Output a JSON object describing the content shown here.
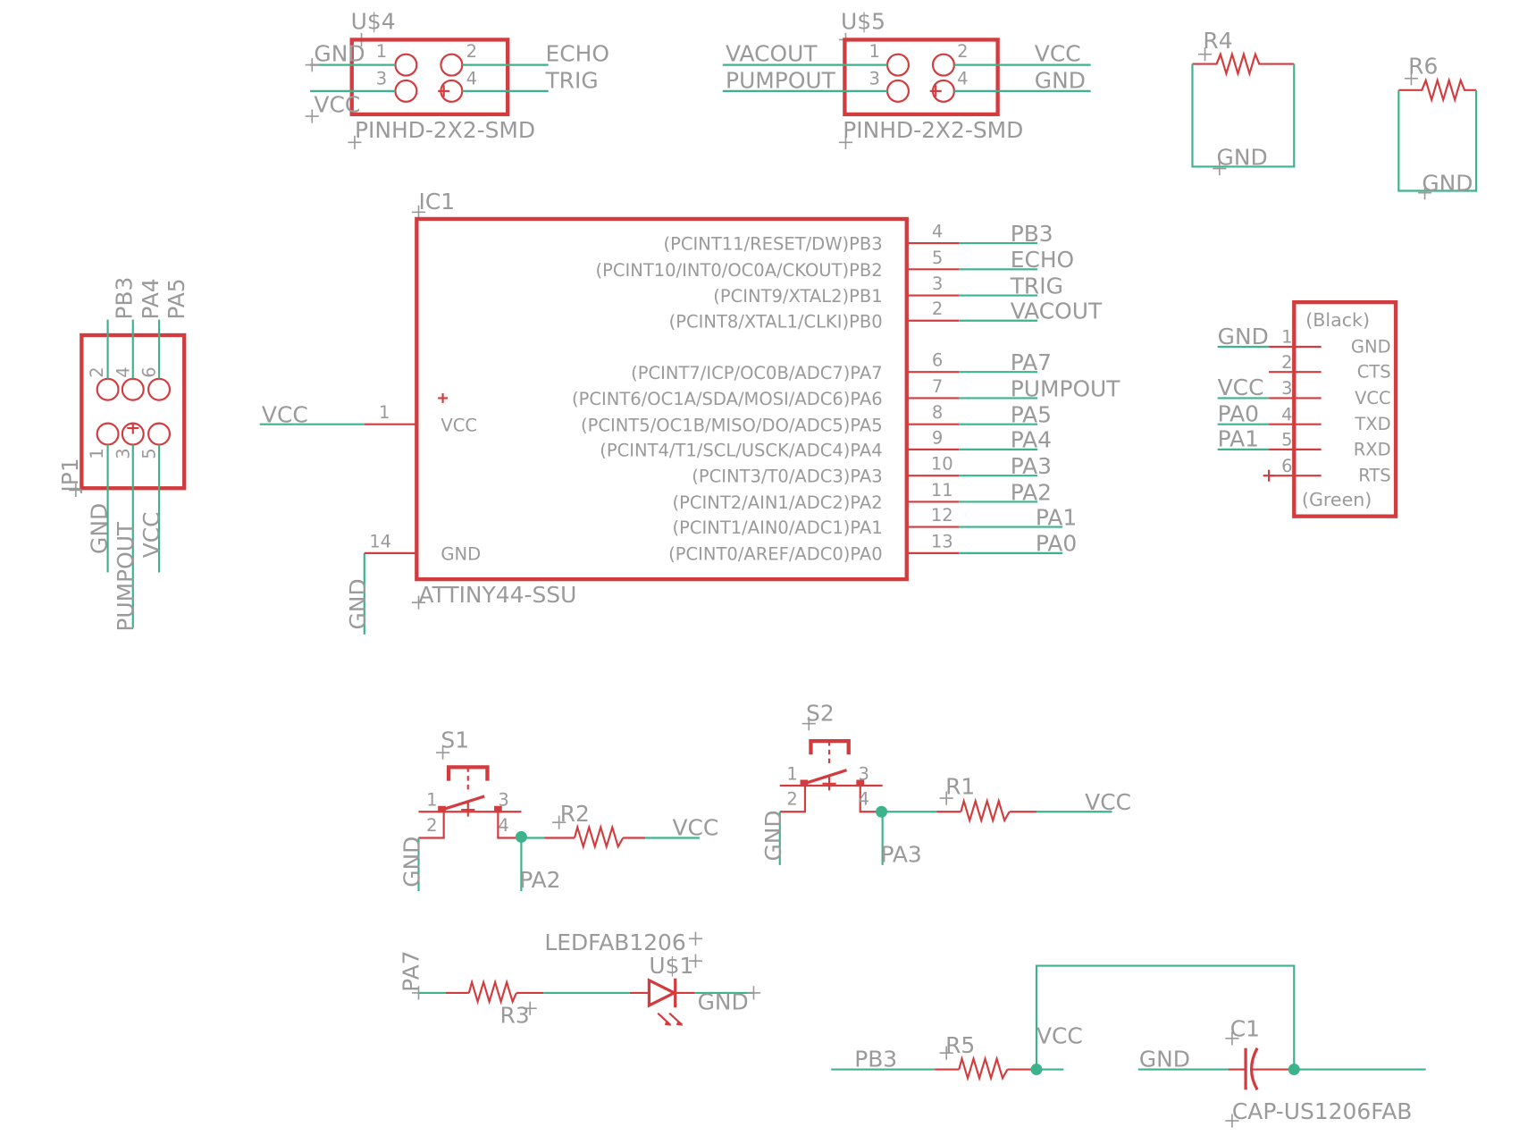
{
  "title": "ATtiny44 schematic",
  "colors": {
    "symbol": "#d23c3f",
    "wire": "#3cb38a",
    "text": "#9a9a9a",
    "background": "#ffffff"
  },
  "parts": {
    "us4": {
      "name": "U$4",
      "value": "PINHD-2X2-SMD",
      "pins": [
        "1",
        "2",
        "3",
        "4"
      ],
      "nets": {
        "p1": "GND",
        "p2": "ECHO",
        "p3": "VCC",
        "p4": "TRIG"
      }
    },
    "us5": {
      "name": "U$5",
      "value": "PINHD-2X2-SMD",
      "pins": [
        "1",
        "2",
        "3",
        "4"
      ],
      "nets": {
        "p1": "VACOUT",
        "p2": "VCC",
        "p3": "PUMPOUT",
        "p4": "GND"
      }
    },
    "r4": {
      "name": "R4",
      "net": "GND"
    },
    "r6": {
      "name": "R6",
      "net": "GND"
    },
    "jp1": {
      "name": "JP1",
      "pins": [
        "1",
        "2",
        "3",
        "4",
        "5",
        "6"
      ],
      "nets_top": [
        "PB3",
        "PA4",
        "PA5"
      ],
      "nets_bottom": [
        "GND",
        "PUMPOUT",
        "VCC"
      ]
    },
    "ic1": {
      "name": "IC1",
      "value": "ATTINY44-SSU",
      "left_pins": [
        {
          "num": "1",
          "label": "VCC",
          "net": "VCC"
        },
        {
          "num": "14",
          "label": "GND",
          "net": "GND"
        }
      ],
      "right_pins": [
        {
          "num": "4",
          "label": "(PCINT11/RESET/DW)PB3",
          "net": "PB3"
        },
        {
          "num": "5",
          "label": "(PCINT10/INT0/OC0A/CKOUT)PB2",
          "net": "ECHO"
        },
        {
          "num": "3",
          "label": "(PCINT9/XTAL2)PB1",
          "net": "TRIG"
        },
        {
          "num": "2",
          "label": "(PCINT8/XTAL1/CLKI)PB0",
          "net": "VACOUT"
        },
        {
          "num": "6",
          "label": "(PCINT7/ICP/OC0B/ADC7)PA7",
          "net": "PA7"
        },
        {
          "num": "7",
          "label": "(PCINT6/OC1A/SDA/MOSI/ADC6)PA6",
          "net": "PUMPOUT"
        },
        {
          "num": "8",
          "label": "(PCINT5/OC1B/MISO/DO/ADC5)PA5",
          "net": "PA5"
        },
        {
          "num": "9",
          "label": "(PCINT4/T1/SCL/USCK/ADC4)PA4",
          "net": "PA4"
        },
        {
          "num": "10",
          "label": "(PCINT3/T0/ADC3)PA3",
          "net": "PA3"
        },
        {
          "num": "11",
          "label": "(PCINT2/AIN1/ADC2)PA2",
          "net": "PA2"
        },
        {
          "num": "12",
          "label": "(PCINT1/AIN0/ADC1)PA1",
          "net": "PA1"
        },
        {
          "num": "13",
          "label": "(PCINT0/AREF/ADC0)PA0",
          "net": "PA0"
        }
      ]
    },
    "ftdi": {
      "top_label": "(Black)",
      "bottom_label": "(Green)",
      "pins": [
        {
          "num": "1",
          "label": "GND",
          "net": "GND"
        },
        {
          "num": "2",
          "label": "CTS",
          "net": ""
        },
        {
          "num": "3",
          "label": "VCC",
          "net": "VCC"
        },
        {
          "num": "4",
          "label": "TXD",
          "net": "PA0"
        },
        {
          "num": "5",
          "label": "RXD",
          "net": "PA1"
        },
        {
          "num": "6",
          "label": "RTS",
          "net": ""
        }
      ]
    },
    "s1": {
      "name": "S1",
      "pins": [
        "1",
        "2",
        "3",
        "4"
      ],
      "gnd": "GND",
      "node": "PA2"
    },
    "r2": {
      "name": "R2",
      "net": "VCC"
    },
    "s2": {
      "name": "S2",
      "pins": [
        "1",
        "2",
        "3",
        "4"
      ],
      "gnd": "GND",
      "node": "PA3"
    },
    "r1": {
      "name": "R1",
      "net": "VCC"
    },
    "led": {
      "value": "LEDFAB1206",
      "name": "U$1",
      "net_in": "PA7",
      "net_out": "GND"
    },
    "r3": {
      "name": "R3"
    },
    "r5": {
      "name": "R5",
      "net_in": "PB3",
      "net_out": "VCC"
    },
    "c1": {
      "name": "C1",
      "value": "CAP-US1206FAB",
      "net": "GND"
    }
  }
}
